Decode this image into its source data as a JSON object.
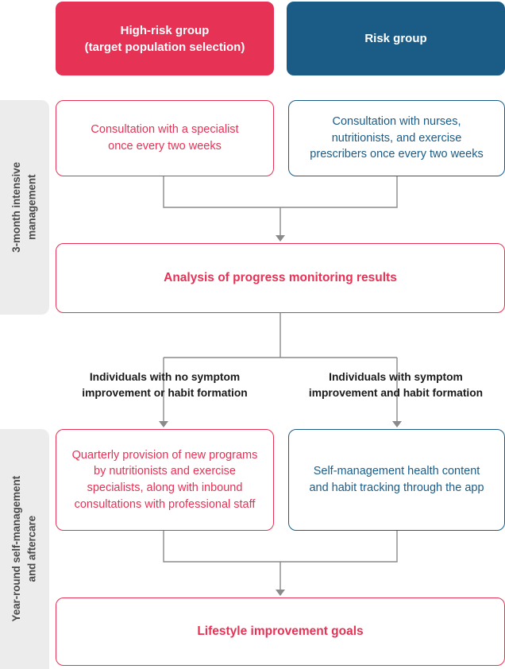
{
  "rails": [
    {
      "label": "3-month intensive\nmanagement"
    },
    {
      "label": "Year-round self-management\nand aftercare"
    }
  ],
  "headers": [
    {
      "label": "High-risk group\n(target population selection)",
      "color": "#e63255"
    },
    {
      "label": "Risk group",
      "color": "#1b5c87"
    }
  ],
  "boxes": {
    "specialist": "Consultation with a specialist\nonce every two weeks",
    "nurses": "Consultation with nurses,\nnutritionists, and exercise\nprescribers once every two weeks",
    "analysis": "Analysis of progress monitoring results",
    "quarterly": "Quarterly provision of new programs\nby nutritionists and exercise\nspecialists, along with inbound\nconsultations with professional staff",
    "selfmgmt": "Self-management health content\nand habit tracking through the app",
    "goals": "Lifestyle improvement goals"
  },
  "captions": {
    "left": "Individuals with no symptom\nimprovement or habit formation",
    "right": "Individuals with symptom\nimprovement and habit formation"
  },
  "colors": {
    "red": "#e63255",
    "blue": "#1b5c87",
    "rail_bg": "#ececec",
    "connector": "#8a8a8a",
    "caption_text": "#1a1a1a"
  }
}
